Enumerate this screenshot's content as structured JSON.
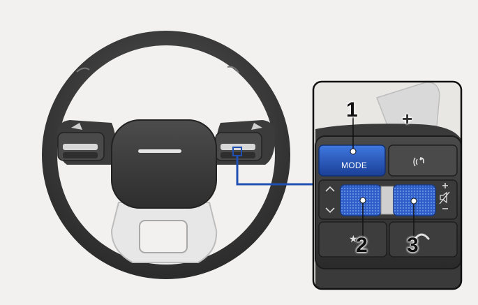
{
  "labels": {
    "callout_1": "1",
    "callout_2": "2",
    "callout_3": "3",
    "mode_button": "MODE",
    "paddle_plus": "+"
  },
  "colors": {
    "background": "#f3f1ef",
    "leather": "#3a3a3a",
    "blue_control": "#1f4fb3",
    "control_dark": "#333333",
    "trim_silver": "#e6e6e6"
  },
  "icons": [
    "voice-recognition-icon",
    "mute-icon",
    "star-icon",
    "phone-icon",
    "volume-plus-icon",
    "volume-minus-icon",
    "chevron-up-icon",
    "chevron-down-icon"
  ]
}
